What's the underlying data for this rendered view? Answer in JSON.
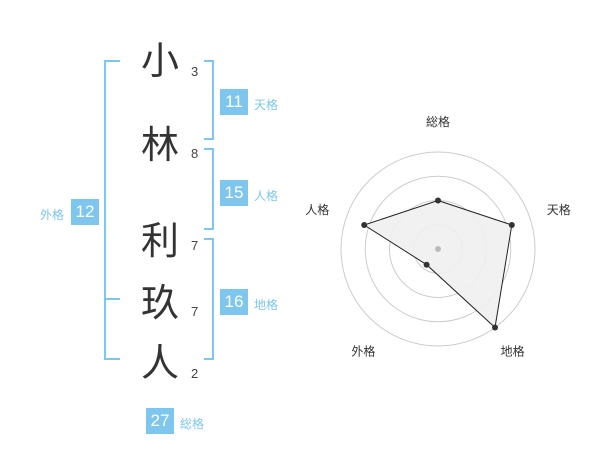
{
  "name_chars": [
    {
      "char": "小",
      "strokes": "3"
    },
    {
      "char": "林",
      "strokes": "8"
    },
    {
      "char": "利",
      "strokes": "7"
    },
    {
      "char": "玖",
      "strokes": "7"
    },
    {
      "char": "人",
      "strokes": "2"
    }
  ],
  "kaku": {
    "tenkaku": {
      "value": "11",
      "label": "天格"
    },
    "jinkaku": {
      "value": "15",
      "label": "人格"
    },
    "chikaku": {
      "value": "16",
      "label": "地格"
    },
    "gaikaku": {
      "value": "12",
      "label": "外格"
    },
    "soukaku": {
      "value": "27",
      "label": "総格"
    }
  },
  "radar": {
    "axes": [
      {
        "label": "総格",
        "level": 0.5
      },
      {
        "label": "天格",
        "level": 0.8
      },
      {
        "label": "地格",
        "level": 1.0
      },
      {
        "label": "外格",
        "level": 0.2
      },
      {
        "label": "人格",
        "level": 0.8
      }
    ],
    "rings": 4,
    "colors": {
      "fill": "#f0f0f0",
      "stroke": "#222222",
      "ring": "#cccccc",
      "dot": "#333333",
      "center": "#bbbbbb"
    }
  }
}
